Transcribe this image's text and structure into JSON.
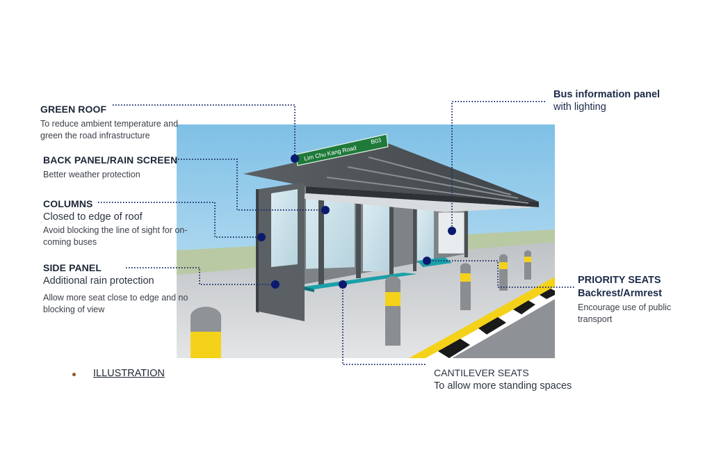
{
  "callouts": {
    "green_roof": {
      "title": "GREEN ROOF",
      "desc_1": "To reduce ambient temperature and",
      "desc_2": "green the road infrastructure"
    },
    "back_panel": {
      "title": "BACK PANEL/RAIN SCREEN",
      "desc": "Better weather protection"
    },
    "columns": {
      "title": "COLUMNS",
      "subtitle": "Closed to edge of roof",
      "desc_1": "Avoid blocking the line of sight for on-",
      "desc_2": "coming buses"
    },
    "side_panel": {
      "title": "SIDE PANEL",
      "subtitle": "Additional rain protection",
      "desc_1": "Allow more seat close to edge and no",
      "desc_2": "blocking of view"
    },
    "bus_info": {
      "title": "Bus information panel",
      "subtitle": "with lighting"
    },
    "priority_seats": {
      "title_1": "PRIORITY SEATS",
      "title_2": "Backrest/Armrest",
      "desc_1": "Encourage use of public",
      "desc_2": "transport"
    },
    "cantilever": {
      "title": "CANTILEVER SEATS",
      "subtitle": "To allow more standing spaces"
    }
  },
  "sign": {
    "road_name": "Lim Chu Kang Road",
    "stop_code": "B03"
  },
  "caption": {
    "text": "ILLUSTRATION"
  },
  "colors": {
    "marker": "#0b1a6e",
    "leader": "#1a2a6c",
    "sign_green": "#1f7a3a",
    "sky": "#a8d6ee",
    "kerb_yellow": "#f4d21a"
  }
}
